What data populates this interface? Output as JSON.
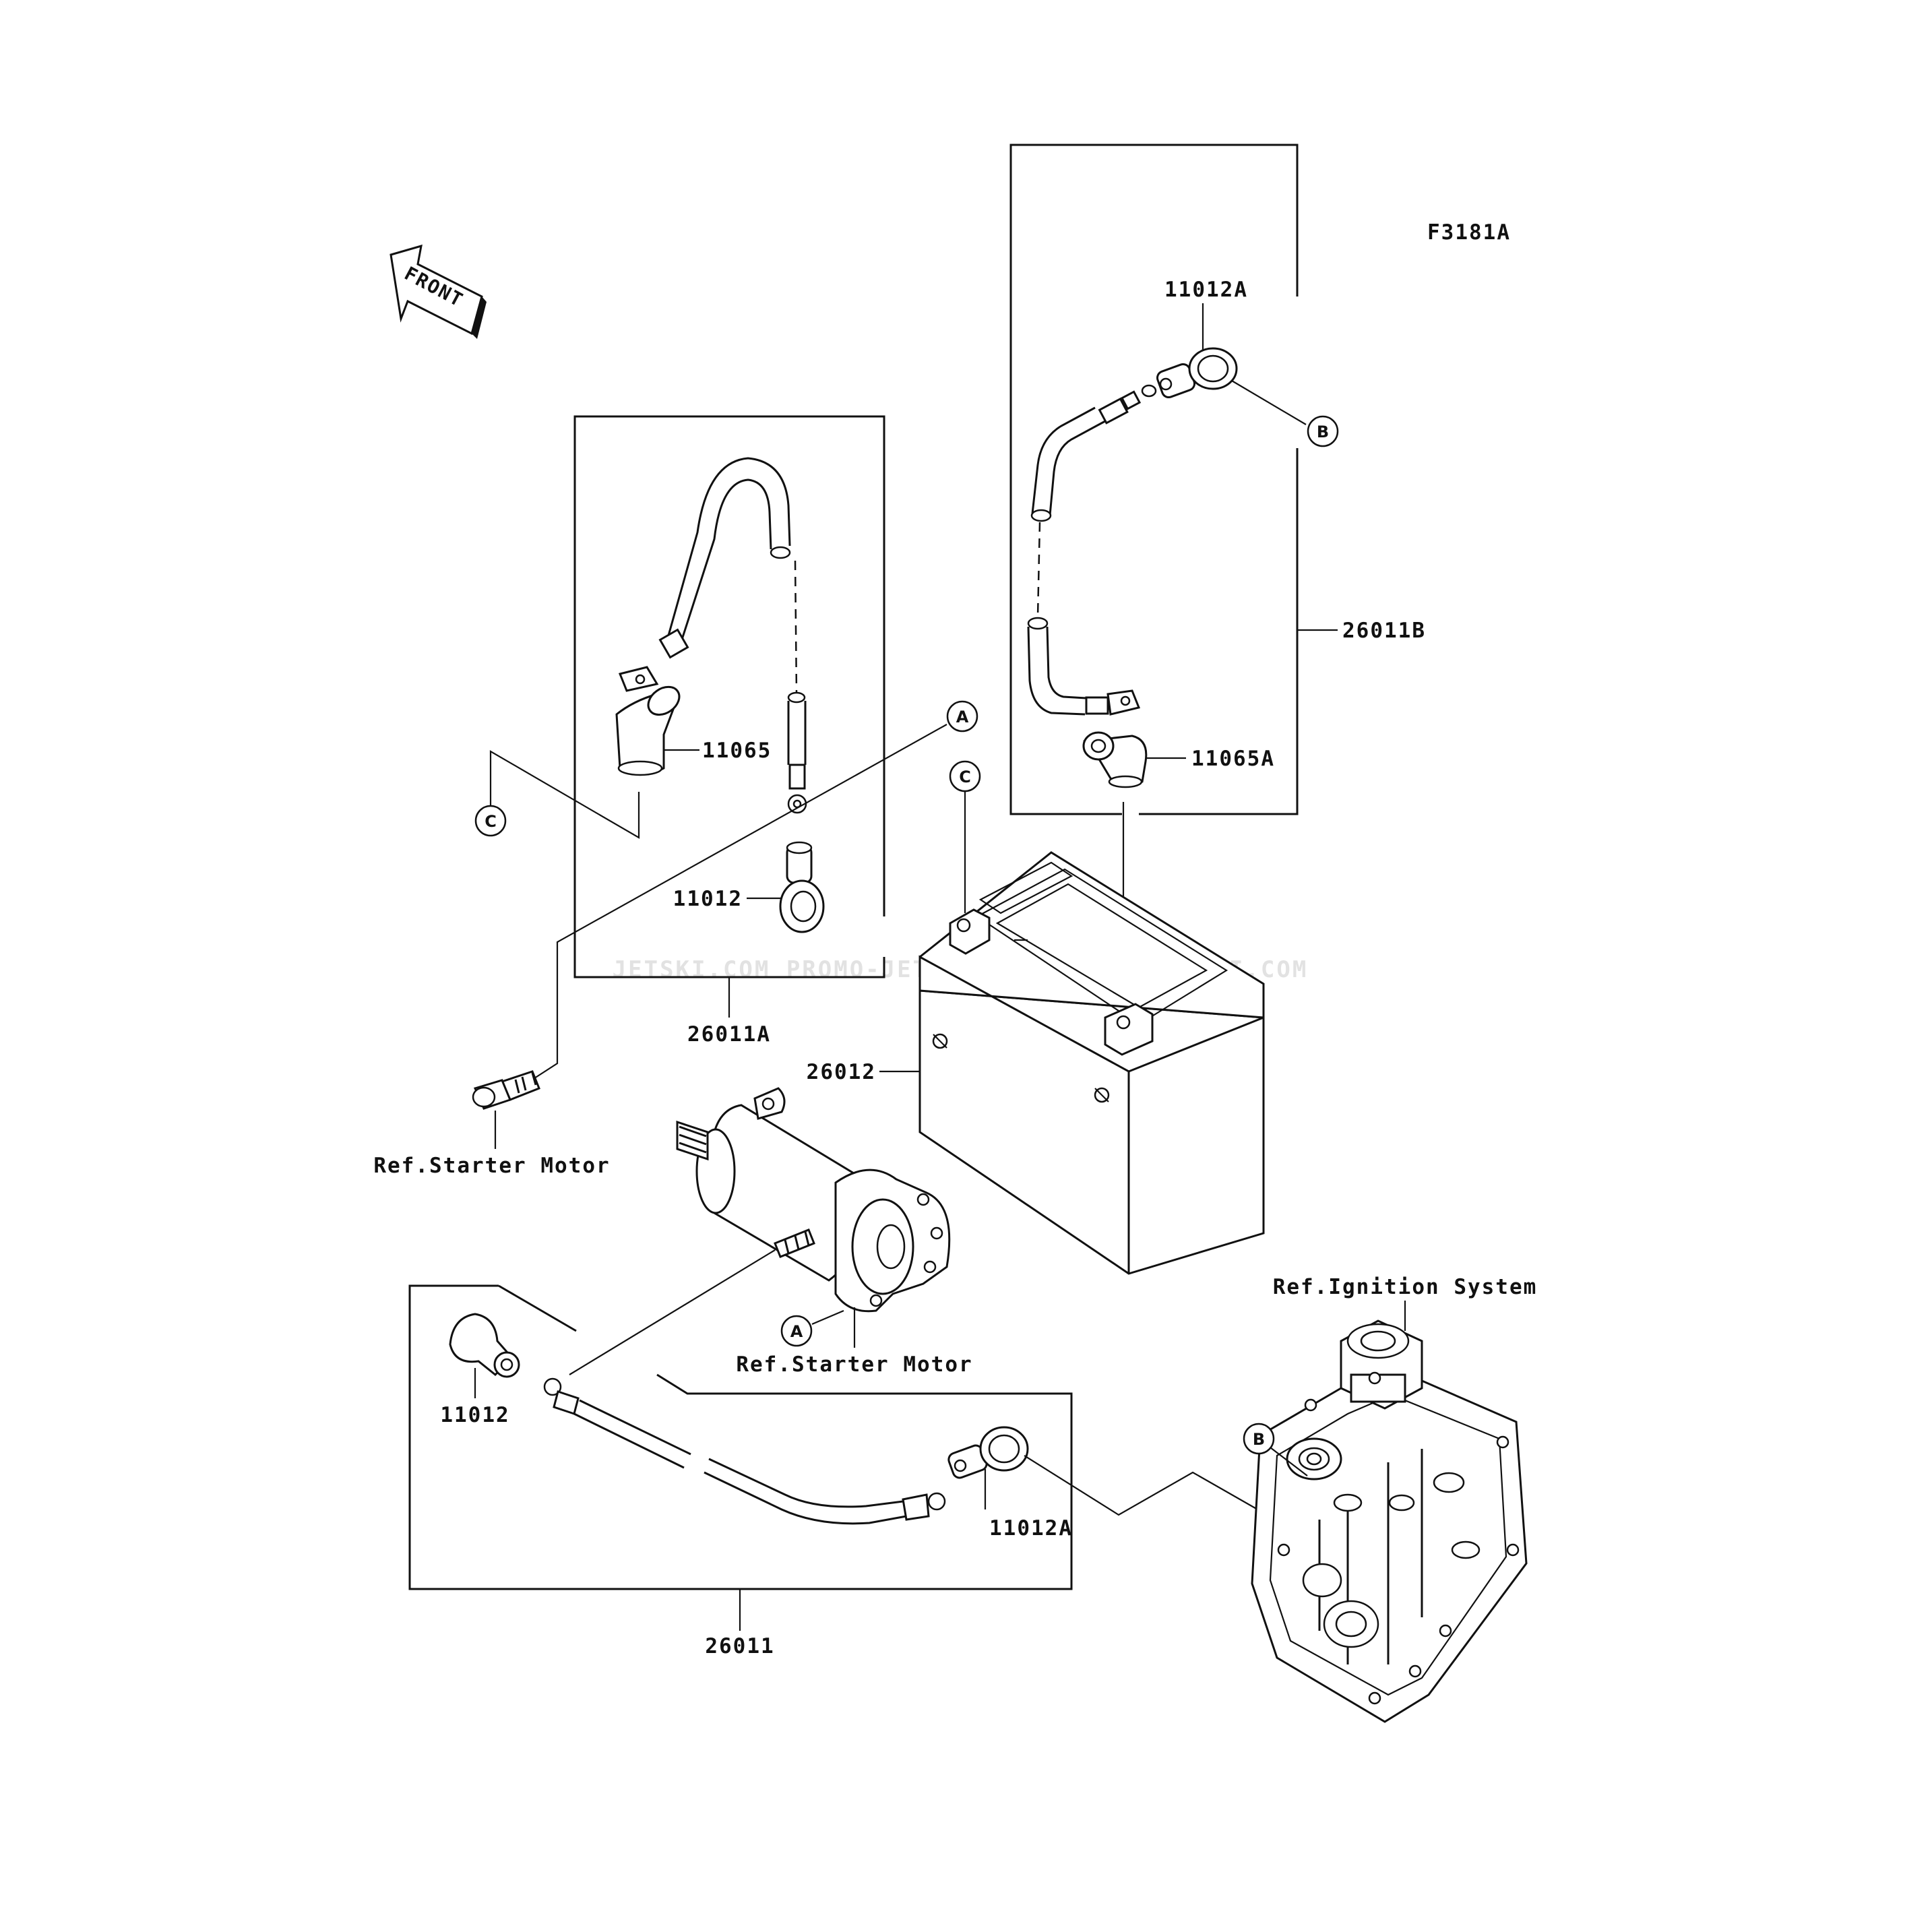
{
  "figure_code": "F3181A",
  "front_label": "FRONT",
  "watermark": "JETSKI.COM PROMO-JETSKI.COM PROMO-JETSKI.COM",
  "callouts": {
    "a1": "A",
    "a2": "A",
    "b1": "B",
    "b2": "B",
    "c1": "C",
    "c2": "C"
  },
  "parts": {
    "p11012a_top": "11012A",
    "p26011b": "26011B",
    "p11065": "11065",
    "p11065a": "11065A",
    "p11012_upper": "11012",
    "p26011a": "26011A",
    "p26012": "26012",
    "p11012_lower": "11012",
    "p11012a_lower": "11012A",
    "p26011": "26011"
  },
  "references": {
    "starter_motor_left": "Ref.Starter Motor",
    "starter_motor_center": "Ref.Starter Motor",
    "ignition_system": "Ref.Ignition System"
  }
}
